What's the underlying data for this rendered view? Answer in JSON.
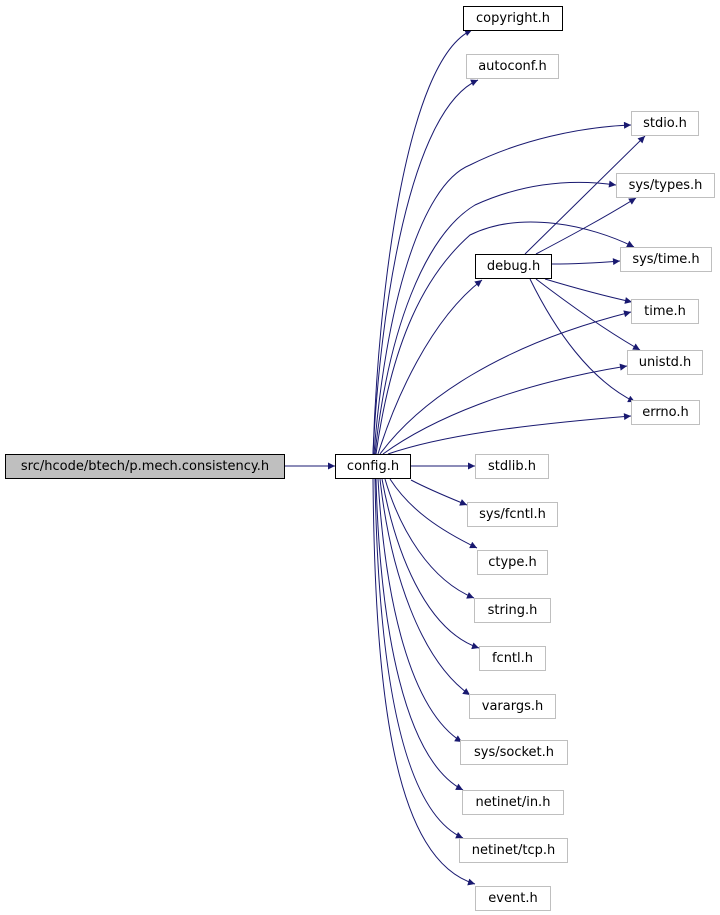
{
  "diagram": {
    "edge_color": "#191970",
    "nodes": [
      {
        "id": "root",
        "label": "src/hcode/btech/p.mech.consistency.h",
        "kind": "root"
      },
      {
        "id": "config",
        "label": "config.h",
        "kind": "doc"
      },
      {
        "id": "copyright",
        "label": "copyright.h",
        "kind": "doc"
      },
      {
        "id": "autoconf",
        "label": "autoconf.h",
        "kind": "ext"
      },
      {
        "id": "stdio",
        "label": "stdio.h",
        "kind": "ext"
      },
      {
        "id": "systypes",
        "label": "sys/types.h",
        "kind": "ext"
      },
      {
        "id": "debug",
        "label": "debug.h",
        "kind": "doc"
      },
      {
        "id": "systime",
        "label": "sys/time.h",
        "kind": "ext"
      },
      {
        "id": "time",
        "label": "time.h",
        "kind": "ext"
      },
      {
        "id": "unistd",
        "label": "unistd.h",
        "kind": "ext"
      },
      {
        "id": "errno",
        "label": "errno.h",
        "kind": "ext"
      },
      {
        "id": "stdlib",
        "label": "stdlib.h",
        "kind": "ext"
      },
      {
        "id": "sysfcntl",
        "label": "sys/fcntl.h",
        "kind": "ext"
      },
      {
        "id": "ctype",
        "label": "ctype.h",
        "kind": "ext"
      },
      {
        "id": "string",
        "label": "string.h",
        "kind": "ext"
      },
      {
        "id": "fcntl",
        "label": "fcntl.h",
        "kind": "ext"
      },
      {
        "id": "varargs",
        "label": "varargs.h",
        "kind": "ext"
      },
      {
        "id": "syssocket",
        "label": "sys/socket.h",
        "kind": "ext"
      },
      {
        "id": "netinetin",
        "label": "netinet/in.h",
        "kind": "ext"
      },
      {
        "id": "netinettcp",
        "label": "netinet/tcp.h",
        "kind": "ext"
      },
      {
        "id": "event",
        "label": "event.h",
        "kind": "ext"
      }
    ],
    "edges": [
      {
        "from": "root",
        "to": "config"
      },
      {
        "from": "config",
        "to": "copyright"
      },
      {
        "from": "config",
        "to": "autoconf"
      },
      {
        "from": "config",
        "to": "stdio"
      },
      {
        "from": "config",
        "to": "systypes"
      },
      {
        "from": "config",
        "to": "systime"
      },
      {
        "from": "config",
        "to": "debug"
      },
      {
        "from": "config",
        "to": "time"
      },
      {
        "from": "config",
        "to": "unistd"
      },
      {
        "from": "config",
        "to": "errno"
      },
      {
        "from": "config",
        "to": "stdlib"
      },
      {
        "from": "config",
        "to": "sysfcntl"
      },
      {
        "from": "config",
        "to": "ctype"
      },
      {
        "from": "config",
        "to": "string"
      },
      {
        "from": "config",
        "to": "fcntl"
      },
      {
        "from": "config",
        "to": "varargs"
      },
      {
        "from": "config",
        "to": "syssocket"
      },
      {
        "from": "config",
        "to": "netinetin"
      },
      {
        "from": "config",
        "to": "netinettcp"
      },
      {
        "from": "config",
        "to": "event"
      },
      {
        "from": "debug",
        "to": "stdio"
      },
      {
        "from": "debug",
        "to": "systypes"
      },
      {
        "from": "debug",
        "to": "systime"
      },
      {
        "from": "debug",
        "to": "time"
      },
      {
        "from": "debug",
        "to": "unistd"
      },
      {
        "from": "debug",
        "to": "errno"
      }
    ]
  }
}
